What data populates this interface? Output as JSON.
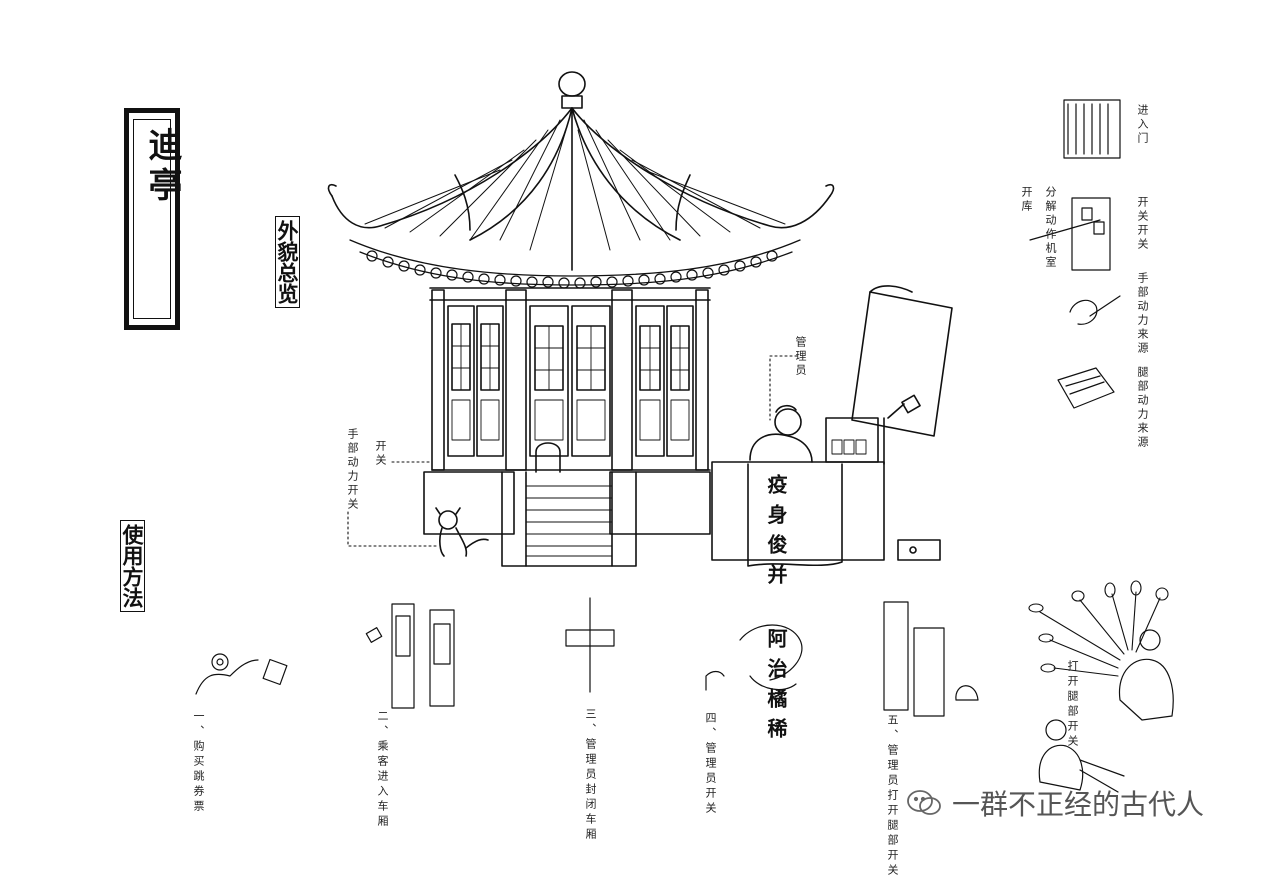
{
  "title": "迪亭",
  "sections": {
    "overview": "外貌总览",
    "usage": "使用方法"
  },
  "labels": {
    "admin": "管理员",
    "foot_switch": "手部动力开关",
    "dispatch_switch": "开关",
    "right_top": "进入门",
    "right_storage": "开库",
    "right_motor": "分解动作机室",
    "right_switch": "开关开关",
    "right_hand": "手部动力来源",
    "right_leg": "腿部动力来源",
    "signboard": "疫身俊并 阿治橘稀",
    "sign_chars": [
      "疫",
      "身",
      "俊",
      "并",
      "阿",
      "治",
      "橘",
      "稀"
    ]
  },
  "steps": [
    {
      "text": "一、购买跳券票"
    },
    {
      "text": "二、乘客进入车厢"
    },
    {
      "text": "三、管理员封闭车厢"
    },
    {
      "text": "四、管理员开关"
    },
    {
      "text": "五、管理员打开腿部开关"
    },
    {
      "text": "打开腿部开关"
    }
  ],
  "watermark": "一群不正经的古代人"
}
